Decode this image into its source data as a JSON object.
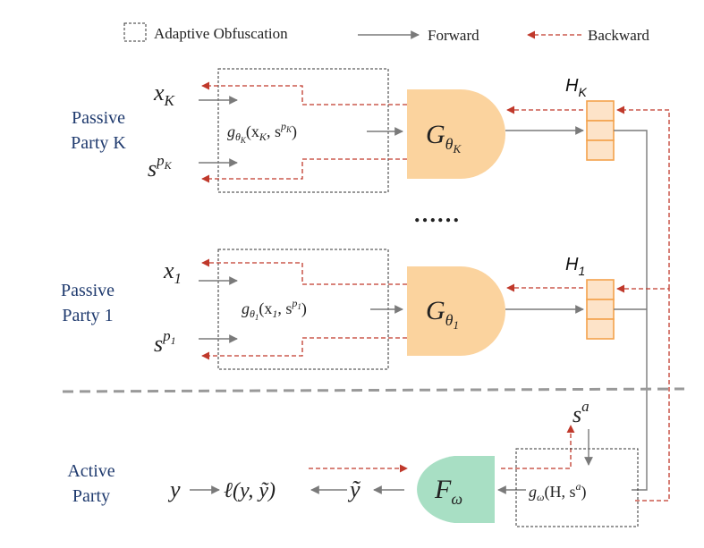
{
  "legend": {
    "obfuscation": "Adaptive Obfuscation",
    "forward": "Forward",
    "backward": "Backward"
  },
  "party_k": {
    "label_line1": "Passive",
    "label_line2": "Party K",
    "input_x": "x",
    "input_x_sub": "K",
    "input_s": "s",
    "input_s_sup": "p",
    "input_s_supsub": "K",
    "obf_func": "g",
    "obf_func_sub": "θ",
    "obf_func_subsub": "K",
    "obf_args": "(x",
    "obf_args_sub": "K",
    "obf_args2": ", s",
    "obf_args_sup": "p",
    "obf_args_supsub": "K",
    "obf_close": ")",
    "model": "G",
    "model_sub": "θ",
    "model_subsub": "K",
    "h_label": "H",
    "h_sub": "K"
  },
  "ellipsis": "……",
  "party_1": {
    "label_line1": "Passive",
    "label_line2": "Party 1",
    "input_x": "x",
    "input_x_sub": "1",
    "input_s": "s",
    "input_s_sup": "p",
    "input_s_supsub": "1",
    "obf_func": "g",
    "obf_func_sub": "θ",
    "obf_func_subsub": "1",
    "obf_args": "(x",
    "obf_args_sub": "1",
    "obf_args2": ", s",
    "obf_args_sup": "p",
    "obf_args_supsub": "1",
    "obf_close": ")",
    "model": "G",
    "model_sub": "θ",
    "model_subsub": "1",
    "h_label": "H",
    "h_sub": "1"
  },
  "active": {
    "label_line1": "Active",
    "label_line2": "Party",
    "y": "y",
    "loss": "ℓ(y, ỹ)",
    "y_tilde": "ỹ",
    "model": "F",
    "model_sub": "ω",
    "obf_func": "g",
    "obf_func_sub": "ω",
    "obf_args": "(H, s",
    "obf_args_sup": "a",
    "obf_close": ")",
    "s": "s",
    "s_sup": "a"
  }
}
